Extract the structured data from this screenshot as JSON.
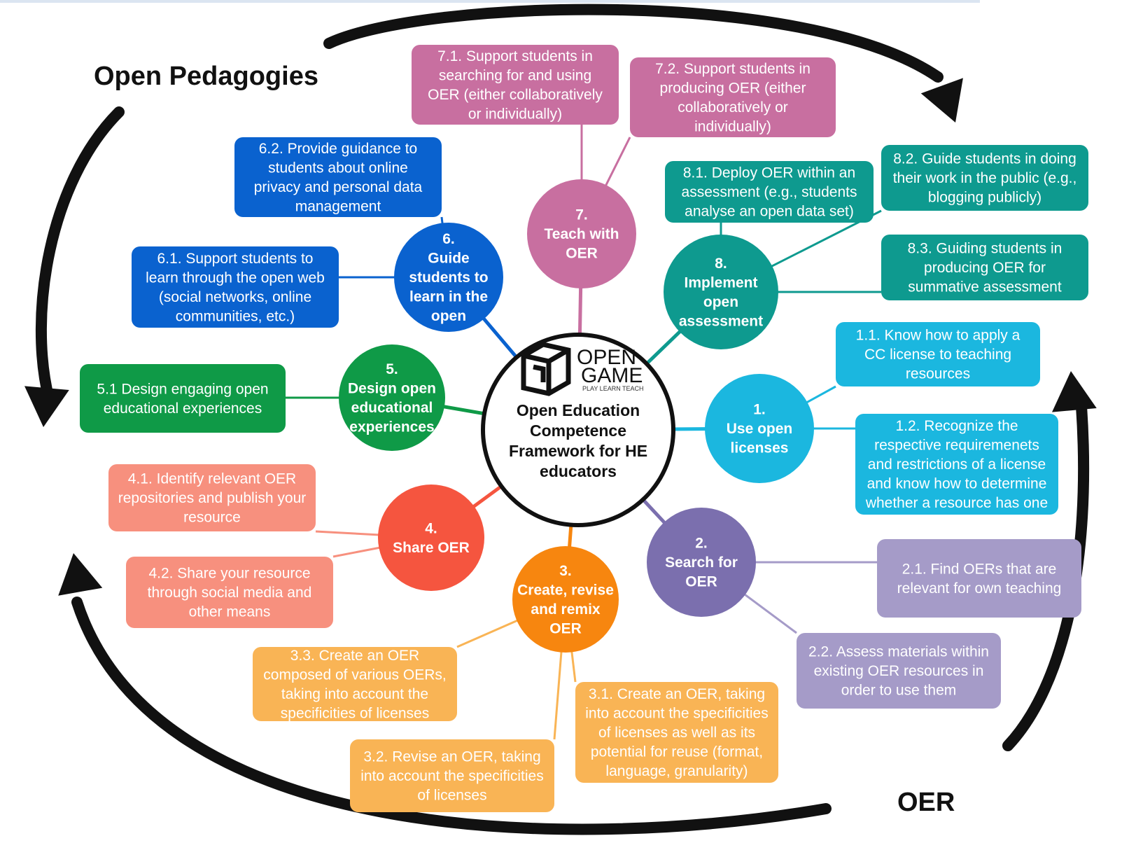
{
  "labels": {
    "open_pedagogies": "Open Pedagogies",
    "oer": "OER"
  },
  "center": {
    "logo_word_1": "OPEN",
    "logo_word_2": "GAME",
    "logo_tagline": "PLAY LEARN TEACH",
    "title_lines": [
      "Open Education",
      "Competence",
      "Framework for HE",
      "educators"
    ]
  },
  "colors": {
    "cyan": "#1bb7df",
    "purple": "#7b6fae",
    "purple_light": "#a59bc8",
    "orange": "#f7860f",
    "orange_light": "#f9b455",
    "red": "#f5553f",
    "salmon": "#f7907e",
    "green": "#0f9a47",
    "blue": "#0a62cf",
    "pink": "#c86fa0",
    "teal": "#0e9a8f"
  },
  "hubs": [
    {
      "id": "1",
      "lines": [
        "1.",
        "Use open",
        "licenses"
      ],
      "color": "cyan"
    },
    {
      "id": "2",
      "lines": [
        "2.",
        "Search for",
        "OER"
      ],
      "color": "purple"
    },
    {
      "id": "3",
      "lines": [
        "3.",
        "Create, revise",
        "and remix",
        "OER"
      ],
      "color": "orange"
    },
    {
      "id": "4",
      "lines": [
        "4.",
        "Share OER"
      ],
      "color": "red"
    },
    {
      "id": "5",
      "lines": [
        "5.",
        "Design open",
        "educational",
        "experiences"
      ],
      "color": "green"
    },
    {
      "id": "6",
      "lines": [
        "6.",
        "Guide",
        "students to",
        "learn in the",
        "open"
      ],
      "color": "blue"
    },
    {
      "id": "7",
      "lines": [
        "7.",
        "Teach with",
        "OER"
      ],
      "color": "pink"
    },
    {
      "id": "8",
      "lines": [
        "8.",
        "Implement",
        "open",
        "assessment"
      ],
      "color": "teal"
    }
  ],
  "items": [
    {
      "id": "1-1",
      "hub": "1",
      "color": "cyan",
      "lines": [
        "1.1. Know how to apply a",
        "CC license to teaching",
        "resources"
      ]
    },
    {
      "id": "1-2",
      "hub": "1",
      "color": "cyan",
      "lines": [
        "1.2. Recognize the",
        "respective requiremenets",
        "and restrictions of a license",
        "and know how to determine",
        "whether a resource has one"
      ]
    },
    {
      "id": "2-1",
      "hub": "2",
      "color": "purple_light",
      "lines": [
        "2.1. Find OERs that are",
        "relevant for own teaching"
      ]
    },
    {
      "id": "2-2",
      "hub": "2",
      "color": "purple_light",
      "lines": [
        "2.2. Assess materials within",
        "existing OER resources in",
        "order to use them"
      ]
    },
    {
      "id": "3-1",
      "hub": "3",
      "color": "orange_light",
      "lines": [
        "3.1. Create an OER, taking",
        "into account the specificities",
        "of licenses as well as its",
        "potential for reuse (format,",
        "language, granularity)"
      ]
    },
    {
      "id": "3-2",
      "hub": "3",
      "color": "orange_light",
      "lines": [
        "3.2. Revise an OER, taking",
        "into account the specificities",
        "of licenses"
      ]
    },
    {
      "id": "3-3",
      "hub": "3",
      "color": "orange_light",
      "lines": [
        "3.3. Create an OER",
        "composed of various OERs,",
        "taking into account the",
        "specificities of licenses"
      ]
    },
    {
      "id": "4-1",
      "hub": "4",
      "color": "salmon",
      "lines": [
        "4.1. Identify relevant OER",
        "repositories and publish your",
        "resource"
      ]
    },
    {
      "id": "4-2",
      "hub": "4",
      "color": "salmon",
      "lines": [
        "4.2. Share your resource",
        "through social media and",
        "other means"
      ]
    },
    {
      "id": "5-1",
      "hub": "5",
      "color": "green",
      "lines": [
        "5.1 Design engaging open",
        "educational experiences"
      ]
    },
    {
      "id": "6-1",
      "hub": "6",
      "color": "blue",
      "lines": [
        "6.1. Support students to",
        "learn through the open web",
        "(social networks, online",
        "communities, etc.)"
      ]
    },
    {
      "id": "6-2",
      "hub": "6",
      "color": "blue",
      "lines": [
        "6.2. Provide guidance to",
        "students about online",
        "privacy and personal data",
        "management"
      ]
    },
    {
      "id": "7-1",
      "hub": "7",
      "color": "pink",
      "lines": [
        "7.1. Support students in",
        "searching for and using",
        "OER (either collaboratively",
        "or individually)"
      ]
    },
    {
      "id": "7-2",
      "hub": "7",
      "color": "pink",
      "lines": [
        "7.2. Support students in",
        "producing OER (either",
        "collaboratively or",
        "individually)"
      ]
    },
    {
      "id": "8-1",
      "hub": "8",
      "color": "teal",
      "lines": [
        "8.1. Deploy OER within an",
        "assessment (e.g., students",
        "analyse an open data set)"
      ]
    },
    {
      "id": "8-2",
      "hub": "8",
      "color": "teal",
      "lines": [
        "8.2. Guide students in doing",
        "their work in the public (e.g.,",
        "blogging publicly)"
      ]
    },
    {
      "id": "8-3",
      "hub": "8",
      "color": "teal",
      "lines": [
        "8.3. Guiding students in",
        "producing OER for",
        "summative assessment"
      ]
    }
  ]
}
